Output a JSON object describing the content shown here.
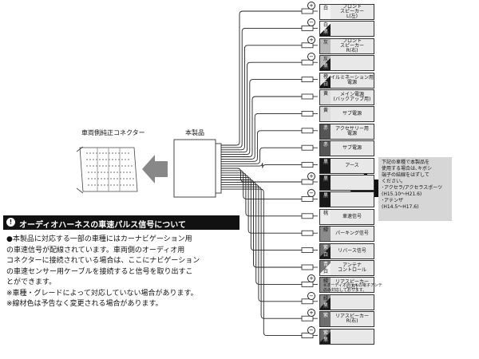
{
  "connector_label": "車両側純正コネクター",
  "product_label": "本製品",
  "wires": [
    {
      "colors": [
        "白"
      ],
      "pol": "+",
      "label": "フロント\nスピーカー\nL(左)",
      "tone": [
        "#f4f4f4"
      ]
    },
    {
      "colors": [
        "白",
        "黒"
      ],
      "pol": "−",
      "label": "",
      "tone": [
        "#f4f4f4",
        "#1a1a1a"
      ]
    },
    {
      "colors": [
        "灰"
      ],
      "pol": "+",
      "label": "フロント\nスピーカー\nR(右)",
      "tone": [
        "#b9b9b9"
      ]
    },
    {
      "colors": [
        "灰",
        "黒"
      ],
      "pol": "−",
      "label": "",
      "tone": [
        "#b9b9b9",
        "#1a1a1a"
      ]
    },
    {
      "colors": [
        "橙",
        "白"
      ],
      "pol": "",
      "label": "イルミネーション用\n電源",
      "tone": [
        "#e9e9e9",
        "#1a1a1a"
      ]
    },
    {
      "colors": [
        "黄"
      ],
      "pol": "",
      "label": "メイン電源\n(バックアップ用)",
      "tone": [
        "#dcdcdc"
      ]
    },
    {
      "colors": [
        "黄"
      ],
      "pol": "",
      "label": "サブ電源",
      "tone": [
        "#dcdcdc"
      ]
    },
    {
      "colors": [
        "赤"
      ],
      "pol": "",
      "label": "アクセサリー用\n電源",
      "tone": [
        "#555555"
      ]
    },
    {
      "colors": [
        "赤"
      ],
      "pol": "",
      "label": "サブ電源",
      "tone": [
        "#555555"
      ]
    },
    {
      "colors": [
        "黒"
      ],
      "pol": "",
      "label": "アース",
      "tone": [
        "#1a1a1a"
      ]
    },
    {
      "colors": [
        "黒"
      ],
      "pol": "+",
      "label": "",
      "tone": [
        "#1a1a1a"
      ]
    },
    {
      "colors": [
        "黒"
      ],
      "pol": "−",
      "label": "",
      "tone": [
        "#1a1a1a"
      ]
    },
    {
      "colors": [
        "桃"
      ],
      "pol": "",
      "label": "車速信号",
      "tone": [
        "#ededed"
      ]
    },
    {
      "colors": [
        "緑"
      ],
      "pol": "",
      "label": "パーキング信号",
      "tone": [
        "#8c8c8c"
      ]
    },
    {
      "colors": [
        "紫",
        "白"
      ],
      "pol": "",
      "label": "リバース信号",
      "tone": [
        "#6e6e6e",
        "#1a1a1a"
      ]
    },
    {
      "colors": [
        "青",
        "白"
      ],
      "pol": "",
      "label": "アンテナ\nコントロール",
      "tone": [
        "#777777",
        "#f4f4f4"
      ]
    },
    {
      "colors": [
        "緑"
      ],
      "pol": "+",
      "label": "リアスピーカー\nL(左)",
      "tone": [
        "#8c8c8c"
      ]
    },
    {
      "colors": [
        "緑",
        "黒"
      ],
      "pol": "−",
      "label": "",
      "tone": [
        "#8c8c8c",
        "#1a1a1a"
      ]
    },
    {
      "colors": [
        "紫"
      ],
      "pol": "+",
      "label": "リアスピーカー\nR(右)",
      "tone": [
        "#6e6e6e"
      ]
    },
    {
      "colors": [
        "紫",
        "黒"
      ],
      "pol": "−",
      "label": "",
      "tone": [
        "#6e6e6e",
        "#1a1a1a"
      ]
    }
  ],
  "antenna_note": "※オーディオデッキの電子アンテ\nのみ対応しております。",
  "callout": "下記の車種で本製品を\n使用する場合は､キボシ\n端子の結線をはずして\nください｡\n･アクセラ/アクセラスポーツ\n(H15.10～H21.6)\n･アテンザ\n(H14.5～H17.6)",
  "notice_title": "オーディオハーネスの車速パルス信号について",
  "notice_lines": [
    "●本製品に対応する一部の車種にはカーナビゲーション用",
    "の車速信号が配線されています。車両側のオーディオ用",
    "コネクターに接続されている場合は、ここにナビゲーション",
    "の車速センサー用ケーブルを接続すると信号を取り出すこ",
    "とができます。",
    "※車種・グレードによって対応していない場合があります。",
    "※線材色は予告なく変更される場合があります。"
  ]
}
